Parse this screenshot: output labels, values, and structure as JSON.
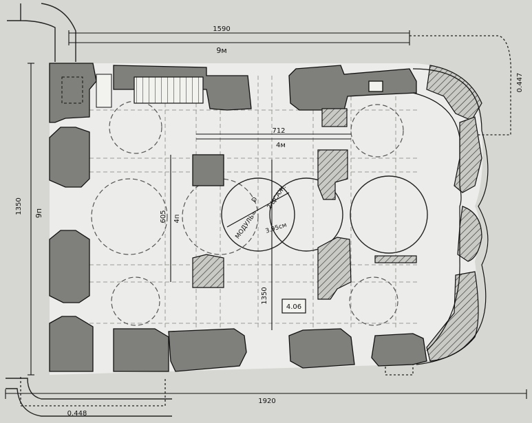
{
  "dimensions": {
    "top_total": "1590",
    "top_sub": "9м",
    "upper_right": "0.447",
    "inner_width": "712",
    "inner_sub": "4м",
    "left_height": "1350",
    "left_sub": "9п",
    "inner_height": "605",
    "inner_height_sub": "4п",
    "center_height": "1350",
    "bottom_total": "1920",
    "bottom_left": "0.448",
    "center_box": "4.06",
    "module_label": "МОДУЛЬ=",
    "module_d": "D",
    "module_value": "3.95см",
    "module_note": "2 ЦСАЖ."
  }
}
